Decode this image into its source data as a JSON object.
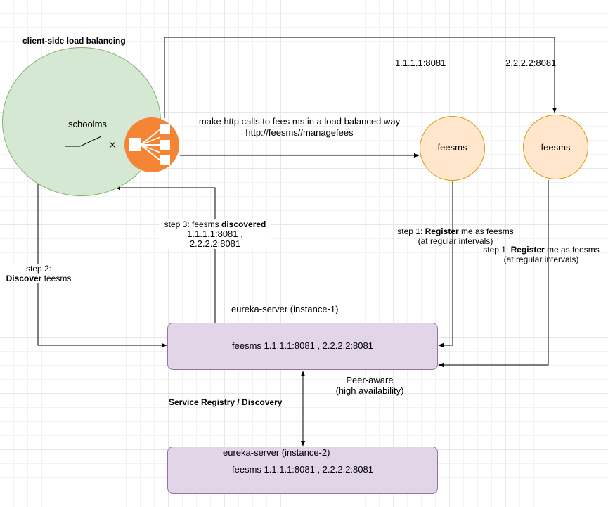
{
  "title": "client-side load balancing",
  "client": {
    "name": "schoolms",
    "color": "#d5e8d4",
    "border": "#82b366"
  },
  "load_balancer": {
    "icon": "load-balancer-icon",
    "color": "#f58534"
  },
  "call_label": {
    "line1": "make http calls to fees ms in a load balanced way",
    "line2": "http://feesms//managefees"
  },
  "services": [
    {
      "name": "feesms",
      "address": "1.1.1.1:8081",
      "color": "#ffe6cc",
      "border": "#d79b00"
    },
    {
      "name": "feesms",
      "address": "2.2.2.2:8081",
      "color": "#ffe6cc",
      "border": "#d79b00"
    }
  ],
  "step1": {
    "prefix": "step 1: ",
    "bold": "Register",
    "suffix": " me as feesms",
    "line2": "(at regular intervals)"
  },
  "step2": {
    "line1": "step 2:",
    "bold": "Discover",
    "suffix": " feesms"
  },
  "step3": {
    "prefix": "step 3: feesms ",
    "bold": "discovered",
    "line2": "1.1.1.1:8081 ,",
    "line3": "2.2.2.2:8081"
  },
  "registry": {
    "instance1_label": "eureka-server (instance-1)",
    "instance1_content": "feesms  1.1.1.1:8081 , 2.2.2.2:8081",
    "instance2_label": "eureka-server (instance-2)",
    "instance2_content": "feesms  1.1.1.1:8081 , 2.2.2.2:8081",
    "peer_line1": "Peer-aware",
    "peer_line2": "(high availability)",
    "caption": "Service Registry / Discovery",
    "color": "#e1d5e7",
    "border": "#9673a6"
  }
}
